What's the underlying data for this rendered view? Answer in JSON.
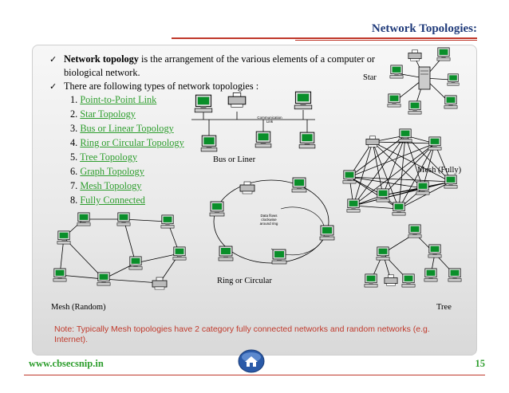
{
  "title": "Network Topologies:",
  "bullets": [
    {
      "bold": "Network topology",
      "text": " is the arrangement of the various elements of a computer or biological network."
    },
    {
      "bold": "",
      "text": "There are following types of network topologies :"
    }
  ],
  "topology_list": [
    {
      "num": "1.",
      "label": "Point-to-Point Link"
    },
    {
      "num": "2.",
      "label": "Star Topology"
    },
    {
      "num": "3.",
      "label": "Bus or Linear Topology"
    },
    {
      "num": "4.",
      "label": "Ring or Circular Topology"
    },
    {
      "num": "5.",
      "label": "Tree Topology"
    },
    {
      "num": "6.",
      "label": "Graph Topology"
    },
    {
      "num": "7.",
      "label": "Mesh Topology"
    },
    {
      "num": "8.",
      "label": "Fully Connected"
    }
  ],
  "diagram_labels": {
    "star": "Star",
    "bus": "Bus or Liner",
    "communication_link": "Communication Link",
    "mesh_fully": "Mesh (Fully)",
    "ring": "Ring or Circular",
    "data_flow": "Data flows clockwise around ring",
    "mesh_random": "Mesh (Random)",
    "tree": "Tree"
  },
  "note": "Note: Typically Mesh topologies have 2 category fully connected networks and random networks (e.g. Internet).",
  "footer": {
    "website": "www.cbsecsnip.in",
    "page": "15"
  },
  "colors": {
    "title": "#1f3a7a",
    "link": "#2e9e2e",
    "accent": "#c0392b",
    "screen": "#0a8f2a"
  }
}
